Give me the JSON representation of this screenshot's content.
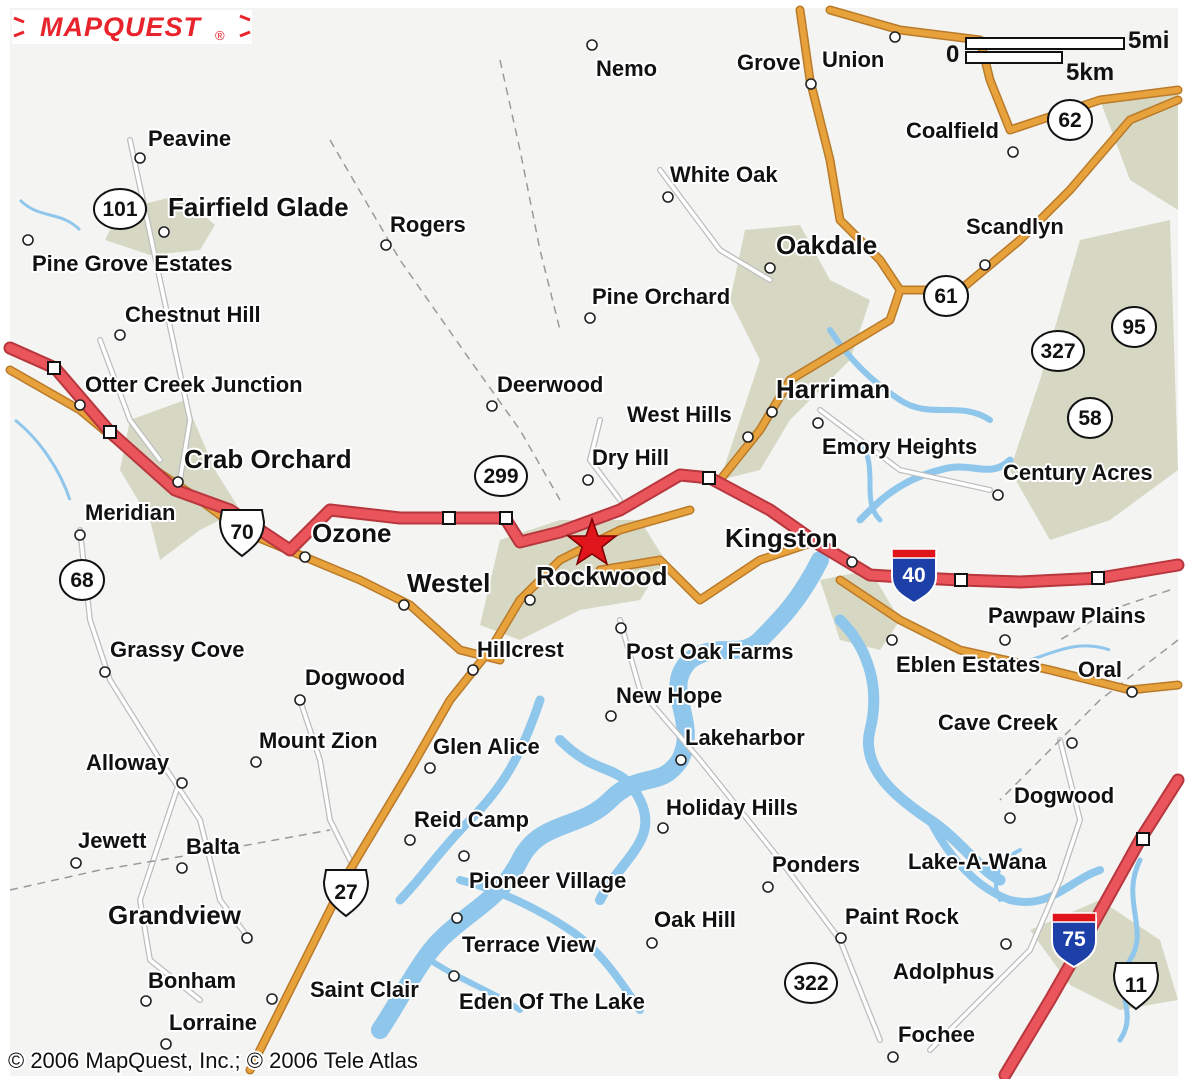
{
  "brand": {
    "logo": "MAPQUEST",
    "reg": "®"
  },
  "copyright": "© 2006 MapQuest, Inc.; © 2006 Tele Atlas",
  "scale": {
    "zero": "0",
    "mi": "5mi",
    "km": "5km"
  },
  "places": [
    {
      "name": "Nemo",
      "size": "med"
    },
    {
      "name": "Grove",
      "size": "med"
    },
    {
      "name": "Union",
      "size": "med"
    },
    {
      "name": "Peavine",
      "size": "med"
    },
    {
      "name": "Coalfield",
      "size": "med"
    },
    {
      "name": "White Oak",
      "size": "med"
    },
    {
      "name": "Fairfield Glade",
      "size": "big"
    },
    {
      "name": "Rogers",
      "size": "med"
    },
    {
      "name": "Scandlyn",
      "size": "med"
    },
    {
      "name": "Pine Grove Estates",
      "size": "med"
    },
    {
      "name": "Oakdale",
      "size": "big"
    },
    {
      "name": "Pine Orchard",
      "size": "med"
    },
    {
      "name": "Chestnut Hill",
      "size": "med"
    },
    {
      "name": "Otter Creek Junction",
      "size": "med"
    },
    {
      "name": "Deerwood",
      "size": "med"
    },
    {
      "name": "Harriman",
      "size": "big"
    },
    {
      "name": "West Hills",
      "size": "med"
    },
    {
      "name": "Emory Heights",
      "size": "med"
    },
    {
      "name": "Crab Orchard",
      "size": "big"
    },
    {
      "name": "Dry Hill",
      "size": "med"
    },
    {
      "name": "Century Acres",
      "size": "med"
    },
    {
      "name": "Meridian",
      "size": "med"
    },
    {
      "name": "Ozone",
      "size": "big"
    },
    {
      "name": "Kingston",
      "size": "big"
    },
    {
      "name": "Westel",
      "size": "big"
    },
    {
      "name": "Rockwood",
      "size": "big"
    },
    {
      "name": "Pawpaw Plains",
      "size": "med"
    },
    {
      "name": "Grassy Cove",
      "size": "med"
    },
    {
      "name": "Hillcrest",
      "size": "med"
    },
    {
      "name": "Post Oak Farms",
      "size": "med"
    },
    {
      "name": "Eblen Estates",
      "size": "med"
    },
    {
      "name": "Oral",
      "size": "med"
    },
    {
      "name": "Dogwood",
      "size": "med"
    },
    {
      "name": "New Hope",
      "size": "med"
    },
    {
      "name": "Cave Creek",
      "size": "med"
    },
    {
      "name": "Mount Zion",
      "size": "med"
    },
    {
      "name": "Glen Alice",
      "size": "med"
    },
    {
      "name": "Lakeharbor",
      "size": "med"
    },
    {
      "name": "Alloway",
      "size": "med"
    },
    {
      "name": "Dogwood",
      "size": "med"
    },
    {
      "name": "Holiday Hills",
      "size": "med"
    },
    {
      "name": "Reid Camp",
      "size": "med"
    },
    {
      "name": "Jewett",
      "size": "med"
    },
    {
      "name": "Balta",
      "size": "med"
    },
    {
      "name": "Ponders",
      "size": "med"
    },
    {
      "name": "Lake-A-Wana",
      "size": "med"
    },
    {
      "name": "Pioneer Village",
      "size": "med"
    },
    {
      "name": "Grandview",
      "size": "big"
    },
    {
      "name": "Paint Rock",
      "size": "med"
    },
    {
      "name": "Oak Hill",
      "size": "med"
    },
    {
      "name": "Terrace View",
      "size": "med"
    },
    {
      "name": "Adolphus",
      "size": "med"
    },
    {
      "name": "Bonham",
      "size": "med"
    },
    {
      "name": "Saint Clair",
      "size": "med"
    },
    {
      "name": "Eden Of The Lake",
      "size": "med"
    },
    {
      "name": "Lorraine",
      "size": "med"
    },
    {
      "name": "Fochee",
      "size": "med"
    }
  ],
  "routes": [
    {
      "number": "101",
      "type": "state"
    },
    {
      "number": "62",
      "type": "state"
    },
    {
      "number": "61",
      "type": "state"
    },
    {
      "number": "327",
      "type": "state"
    },
    {
      "number": "95",
      "type": "state"
    },
    {
      "number": "58",
      "type": "state"
    },
    {
      "number": "299",
      "type": "state"
    },
    {
      "number": "68",
      "type": "state"
    },
    {
      "number": "322",
      "type": "state"
    },
    {
      "number": "70",
      "type": "us"
    },
    {
      "number": "27",
      "type": "us"
    },
    {
      "number": "11",
      "type": "us"
    },
    {
      "number": "40",
      "type": "interstate"
    },
    {
      "number": "75",
      "type": "interstate"
    }
  ],
  "colors": {
    "land": "#f4f4f2",
    "urban": "#d6d8c4",
    "water": "#8ec6ec",
    "interstate": "#e44e55",
    "highway": "#e8a23c",
    "road": "#ffffff",
    "logo": "#e8232b",
    "istBlue": "#1d3fa8"
  },
  "destination_marker": "red-star"
}
